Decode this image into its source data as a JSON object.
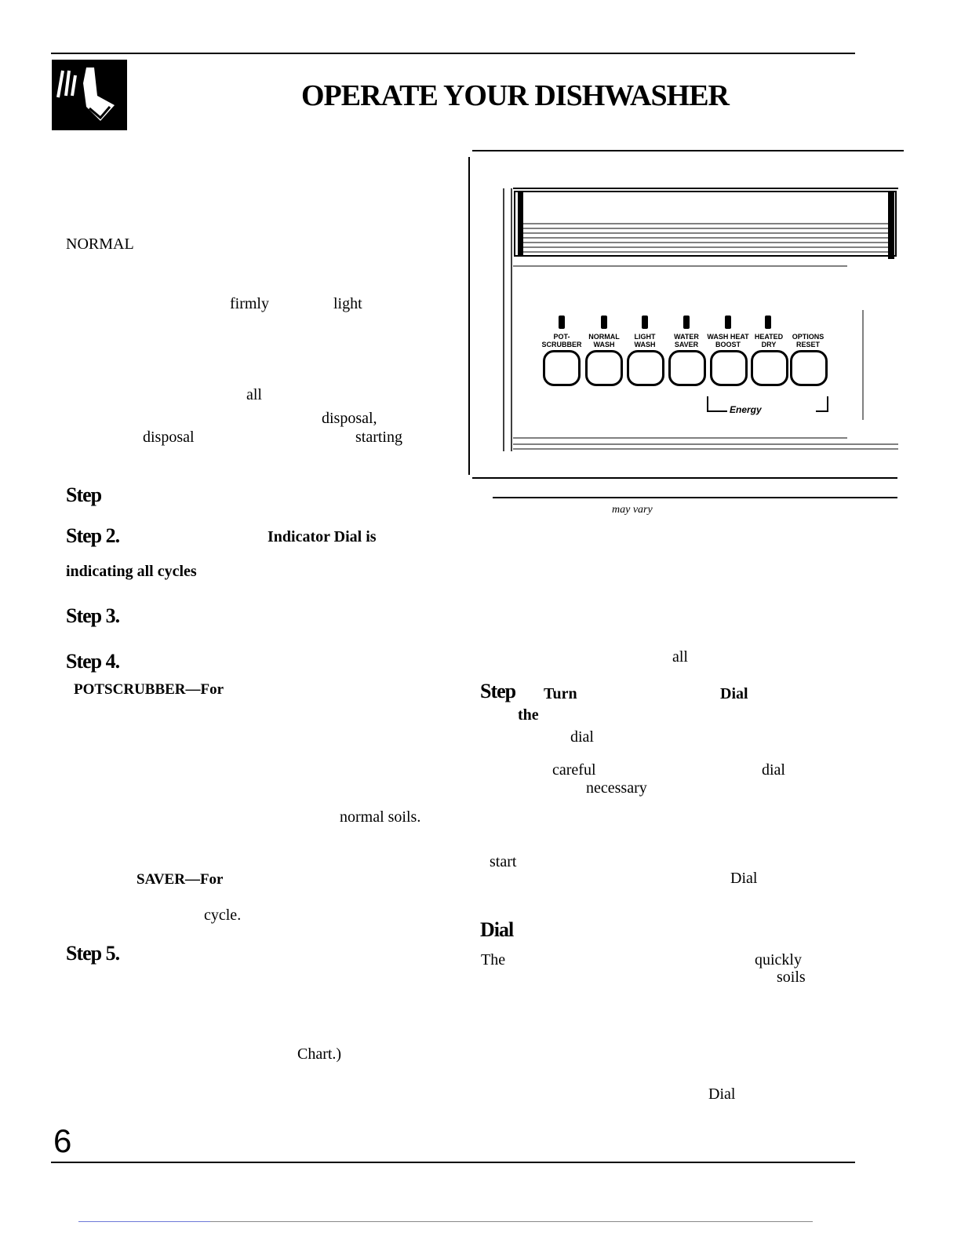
{
  "header": {
    "title": "OPERATE YOUR DISHWASHER"
  },
  "left_column": {
    "f_normal": "NORMAL",
    "f_firmly": "firmly",
    "f_light": "light",
    "f_all": "all",
    "f_disposal1": "disposal,",
    "f_disposal2": "disposal",
    "f_starting": "starting",
    "step1": "Step",
    "step2": "Step 2.",
    "step2_bold": "Indicator Dial is",
    "step2_line2": "indicating all cycles",
    "step3": "Step 3.",
    "step4": "Step 4.",
    "potscrubber": "POTSCRUBBER—For",
    "normal_soils": "normal soils.",
    "saver": "SAVER—For",
    "cycle": "cycle.",
    "step5": "Step 5.",
    "chart": "Chart.)"
  },
  "panel": {
    "labels": [
      {
        "line1": "POT-",
        "line2": "SCRUBBER"
      },
      {
        "line1": "NORMAL",
        "line2": "WASH"
      },
      {
        "line1": "LIGHT",
        "line2": "WASH"
      },
      {
        "line1": "WATER",
        "line2": "SAVER"
      },
      {
        "line1": "WASH HEAT",
        "line2": "BOOST"
      },
      {
        "line1": "HEATED",
        "line2": "DRY"
      },
      {
        "line1": "OPTIONS",
        "line2": "RESET"
      }
    ],
    "energy_label": "Energy",
    "caption": "may vary"
  },
  "right_column": {
    "f_all": "all",
    "step": "Step",
    "turn": "Turn",
    "dial1": "Dial",
    "the": "the",
    "dial2": "dial",
    "careful": "careful",
    "dial3": "dial",
    "necessary": "necessary",
    "start": "start",
    "dial4": "Dial",
    "dial_heading": "Dial",
    "the_para": "The",
    "quickly": "quickly",
    "soils": "soils",
    "dial5": "Dial"
  },
  "footer": {
    "page_number": "6"
  }
}
